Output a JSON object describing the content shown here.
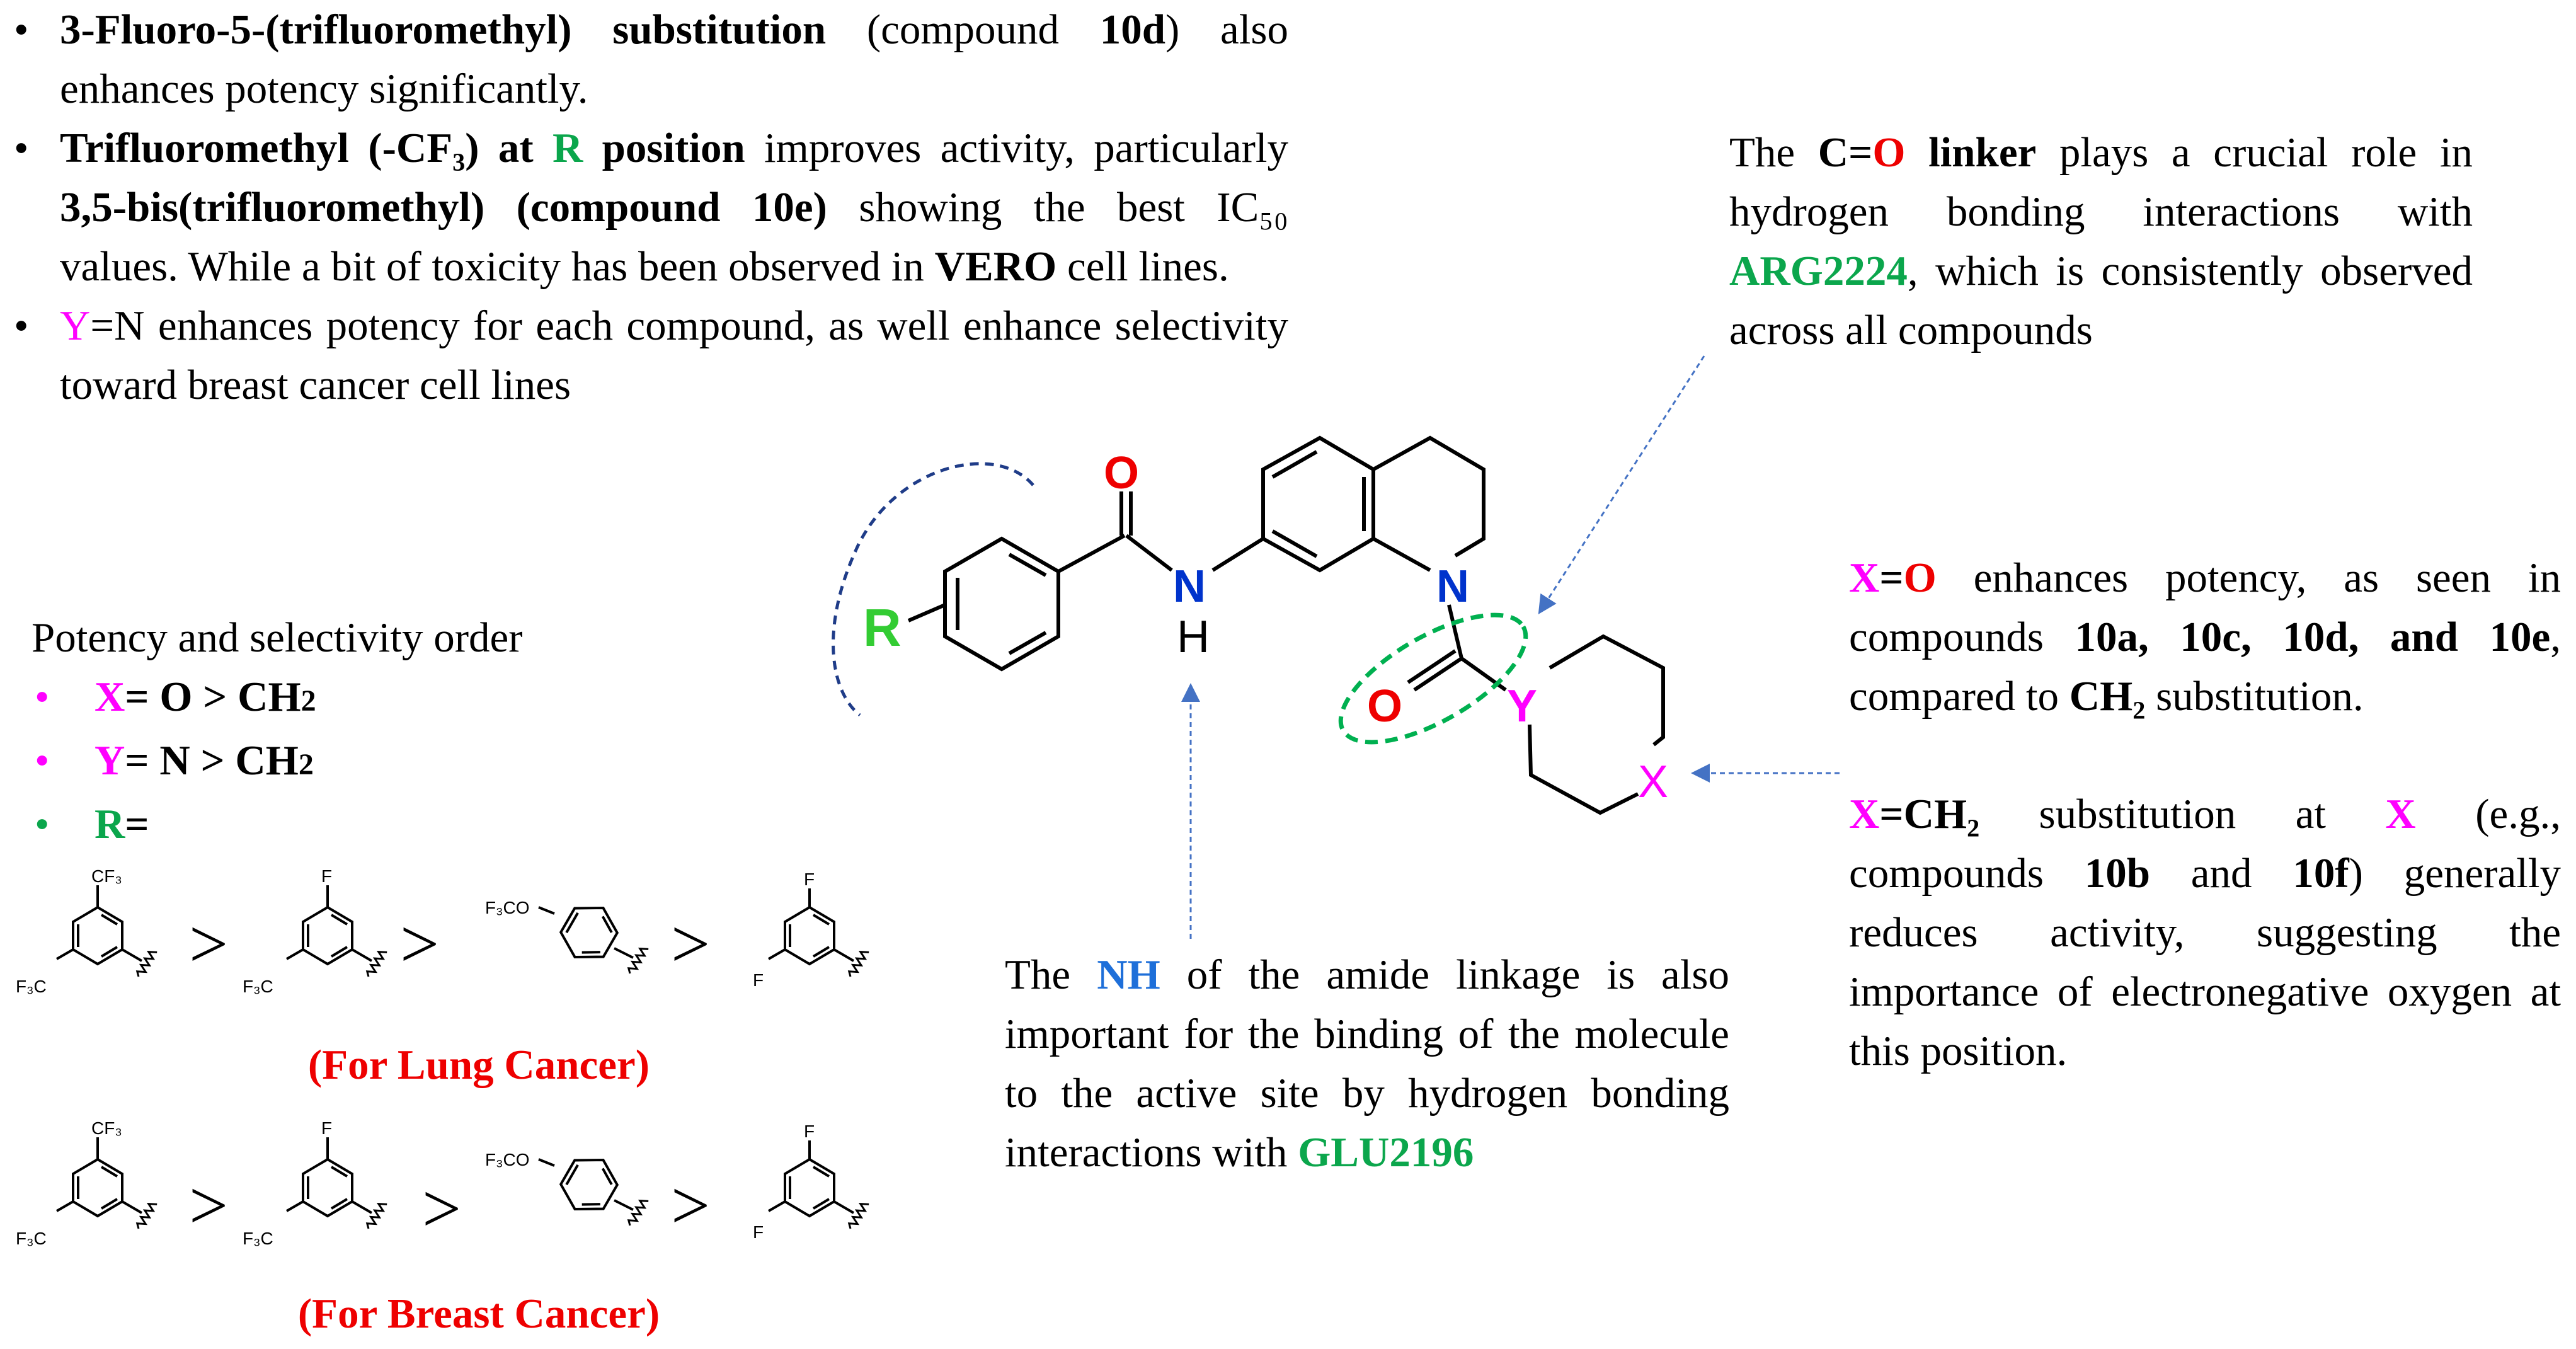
{
  "colors": {
    "green": "#0BA64C",
    "magenta": "#FF00FF",
    "red": "#EE0000",
    "blue": "#1E6FD9",
    "dashed_arrow": "#4472C4",
    "ellipse": "#00B050",
    "arc": "#1F3C88",
    "r_atom": "#33CC33"
  },
  "bullets_top": {
    "b1": {
      "bold": "3-Fluoro-5-(trifluoromethyl) substitution",
      "mid": " (compound ",
      "compound": "10d",
      "end": ") also enhances potency significantly."
    },
    "b2": {
      "bold1": "Trifluoromethyl (-CF₃) at ",
      "r": "R",
      "bold2": " position",
      "text1": " improves activity, particularly ",
      "bold3": "3,5-bis(trifluoromethyl) (compound 10e)",
      "text2": " showing the best IC₅₀ values. While a bit of toxicity has been observed in ",
      "bold4": "VERO",
      "text3": " cell lines."
    },
    "b3": {
      "y": "Y",
      "text": "=N enhances potency for each compound, as well enhance selectivity toward breast cancer cell lines"
    }
  },
  "order": {
    "title": "Potency and selectivity order",
    "items": [
      {
        "var": "X",
        "rest": "= O > CH",
        "sub": "2"
      },
      {
        "var": "Y",
        "rest": "= N > CH",
        "sub": "2"
      },
      {
        "var": "R",
        "rest": "=",
        "sub": ""
      }
    ]
  },
  "lung_label": "(For Lung Cancer)",
  "breast_label": "(For Breast Cancer)",
  "gt": ">",
  "small_labels": {
    "cf3": "CF₃",
    "f3c": "F₃C",
    "f": "F",
    "f3co": "F₃CO"
  },
  "atoms": {
    "o": "O",
    "n": "N",
    "h": "H",
    "r": "R",
    "y": "Y",
    "x": "X"
  },
  "note_co": {
    "pre": "The ",
    "c": "C=",
    "o": "O",
    "linker": " linker",
    "mid": " plays a crucial role in hydrogen bonding interactions with ",
    "res": "ARG2224",
    "end": ", which is consistently observed across all compounds"
  },
  "note_xo": {
    "x": "X",
    "eq": "=",
    "o": "O",
    "t1": " enhances potency, as seen in compounds ",
    "b1": "10a, 10c, 10d, and 10e",
    "t2": ", compared to ",
    "b2": "CH₂",
    "t3": " substitution."
  },
  "note_xch2": {
    "x": "X",
    "b1": "=CH₂",
    "t1": " substitution at ",
    "x2": "X",
    "t2": " (e.g., compounds ",
    "b2": "10b",
    "t3": " and ",
    "b3": "10f",
    "t4": ") generally reduces activity, suggesting the importance of electronegative oxygen at this position."
  },
  "note_nh": {
    "pre": "The ",
    "nh": "NH",
    "mid": " of the amide linkage is also important for the binding of the molecule to the active site by hydrogen bonding interactions with ",
    "res": "GLU2196"
  }
}
